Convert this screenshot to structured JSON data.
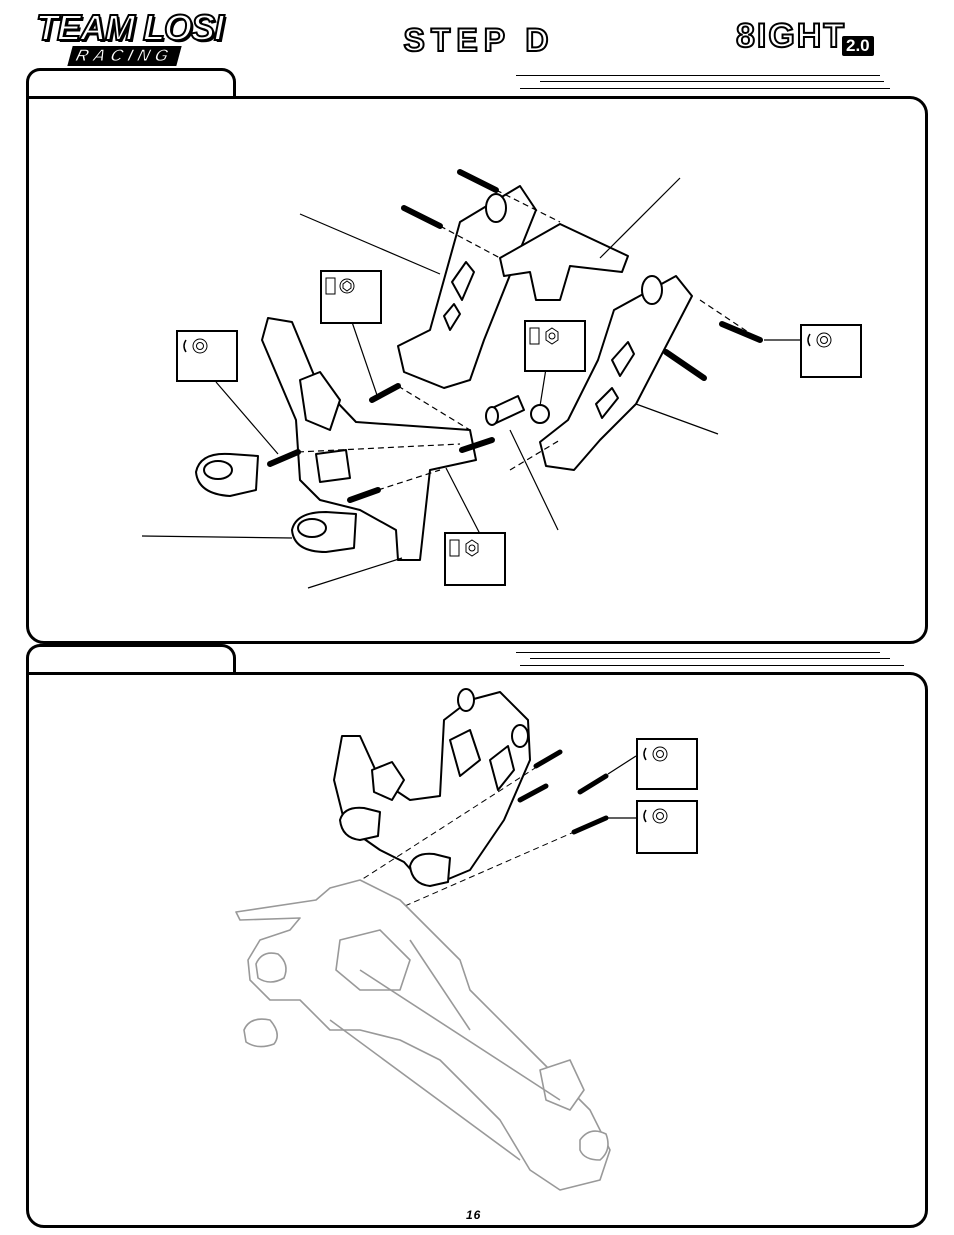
{
  "header": {
    "brand_top": "TEAM LOSI",
    "brand_bottom": "RACING",
    "step_title": "STEP D",
    "product_name": "8IGHT",
    "product_version": "2.0"
  },
  "page": {
    "number": "16"
  },
  "icons": [
    "shim-icon",
    "washer-icon",
    "screw-icon",
    "nut-icon",
    "shock-tower-diagram",
    "chassis-diagram"
  ]
}
